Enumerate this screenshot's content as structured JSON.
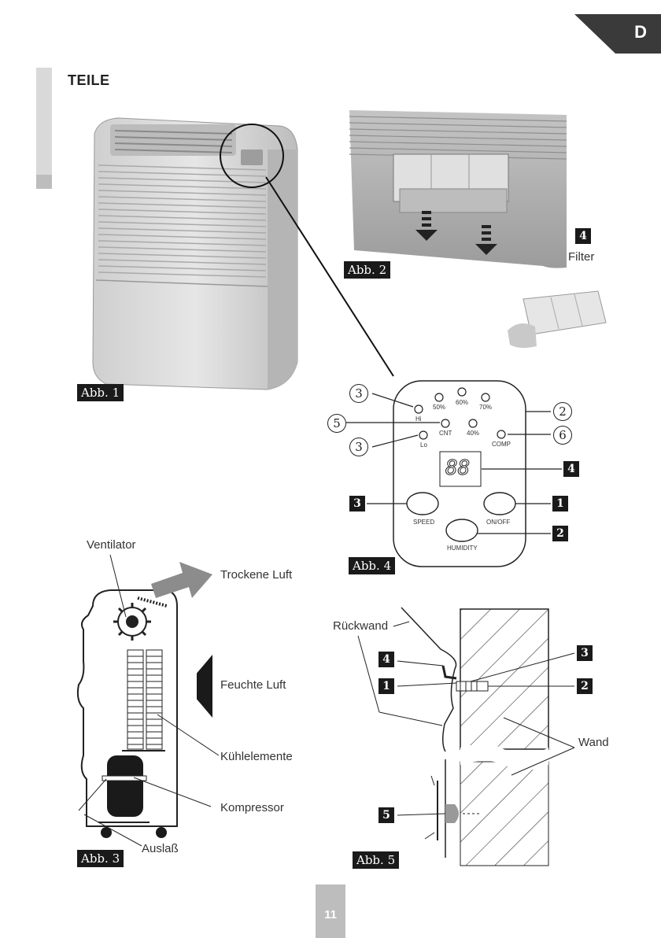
{
  "header": {
    "language": "D",
    "section_title": "TEILE"
  },
  "figures": {
    "abb1": "Abb. 1",
    "abb2": "Abb. 2",
    "abb3": "Abb. 3",
    "abb4": "Abb. 4",
    "abb5": "Abb. 5"
  },
  "abb2_labels": {
    "num": "4",
    "filter": "Filter"
  },
  "panel": {
    "leds": {
      "p50": "50%",
      "p60": "60%",
      "p70": "70%",
      "hi": "Hi",
      "cnt": "CNT",
      "p40": "40%",
      "lo": "Lo",
      "comp": "COMP"
    },
    "display": "88",
    "buttons": {
      "speed": "SPEED",
      "onoff": "ON/OFF",
      "humidity": "HUMIDITY"
    },
    "callouts": {
      "c3a": "3",
      "c5": "5",
      "c3b": "3",
      "c2a": "2",
      "c6": "6",
      "b4": "4",
      "b3": "3",
      "b1": "1",
      "b2": "2"
    }
  },
  "abb3_labels": {
    "ventilator": "Ventilator",
    "dry_air": "Trockene Luft",
    "humid_air": "Feuchte Luft",
    "coolers": "Kühlelemente",
    "compressor": "Kompressor",
    "outlet": "Auslaß"
  },
  "abb5_labels": {
    "back_wall": "Rückwand",
    "wall": "Wand",
    "n4": "4",
    "n1": "1",
    "n3": "3",
    "n2": "2",
    "n5": "5"
  },
  "page_number": "11"
}
